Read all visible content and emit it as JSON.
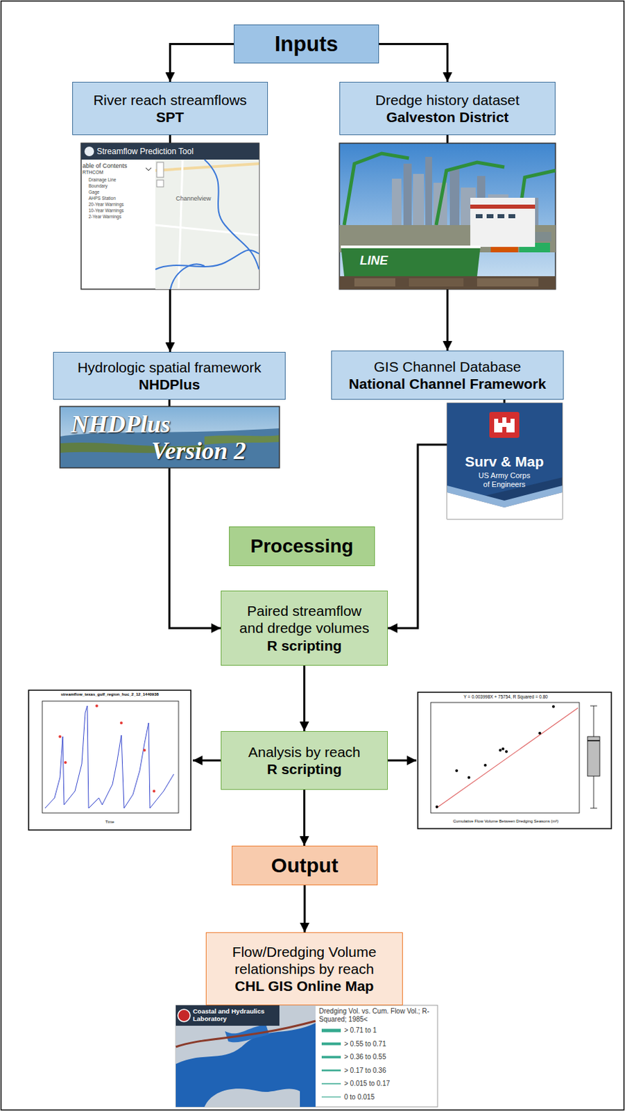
{
  "diagram": {
    "nodes": [
      {
        "text": [
          "Inputs"
        ]
      },
      {
        "text": [
          "River reach streamflows",
          "SPT"
        ]
      },
      {
        "text": [
          "Dredge history dataset",
          "Galveston District"
        ]
      },
      {
        "text": [
          "Hydrologic spatial framework",
          "NHDPlus"
        ]
      },
      {
        "text": [
          "GIS Channel Database",
          "National Channel Framework"
        ]
      },
      {
        "text": [
          "Processing"
        ]
      },
      {
        "text": [
          "Paired streamflow and dredge volumes",
          "R scripting"
        ]
      },
      {
        "text": [
          "Analysis by reach",
          "R scripting"
        ]
      },
      {
        "text": [
          "Output"
        ]
      },
      {
        "text": [
          "Flow/Dredging Volume relationships by reach",
          "CHL GIS Online Map"
        ]
      }
    ],
    "edges": [
      {
        "from": 0,
        "to": 1,
        "arrow": "to"
      },
      {
        "from": 0,
        "to": 2,
        "arrow": "to"
      },
      {
        "from": 1,
        "to": 3,
        "arrow": "to"
      },
      {
        "from": 2,
        "to": 4,
        "arrow": "to"
      },
      {
        "from": 3,
        "to": 6,
        "arrow": "to"
      },
      {
        "from": 4,
        "to": 6,
        "arrow": "to"
      },
      {
        "from": 6,
        "to": 7,
        "arrow": "to"
      },
      {
        "from": 7,
        "to": 8,
        "arrow": "to"
      },
      {
        "from": 8,
        "to": 9,
        "arrow": "to"
      }
    ],
    "labels": [
      "Streamflow Prediction Tool",
      "able of Contents",
      "RTHCOM",
      "Drainage Line",
      "Boundary",
      "Gage",
      "AHPS Station",
      "20-Year Warnings",
      "10-Year Warnings",
      "2-Year Warnings",
      "Channelview",
      "LINE",
      "NHDPlus",
      "Version 2",
      "Surv & Map",
      "US Army Corps of Engineers",
      "streamflow_texas_gulf_region_huc_2_12_1440938",
      "Time",
      "Y = 0.003998X + 75754, R Squared = 0.80",
      "Cumulative Flow Volume Between Dredging Seasons (m³)",
      "Coastal and Hydraulics Laboratory",
      "Dredging Vol. vs. Cum. Flow Vol.; R-Squared; 1985<"
    ],
    "legend": [
      {
        "text": "> 0.71 to 1"
      },
      {
        "text": "> 0.55 to 0.71"
      },
      {
        "text": "> 0.36 to 0.55"
      },
      {
        "text": "> 0.17 to 0.36"
      },
      {
        "text": "> 0.015 to 0.17"
      },
      {
        "text": "0 to 0.015"
      }
    ]
  }
}
